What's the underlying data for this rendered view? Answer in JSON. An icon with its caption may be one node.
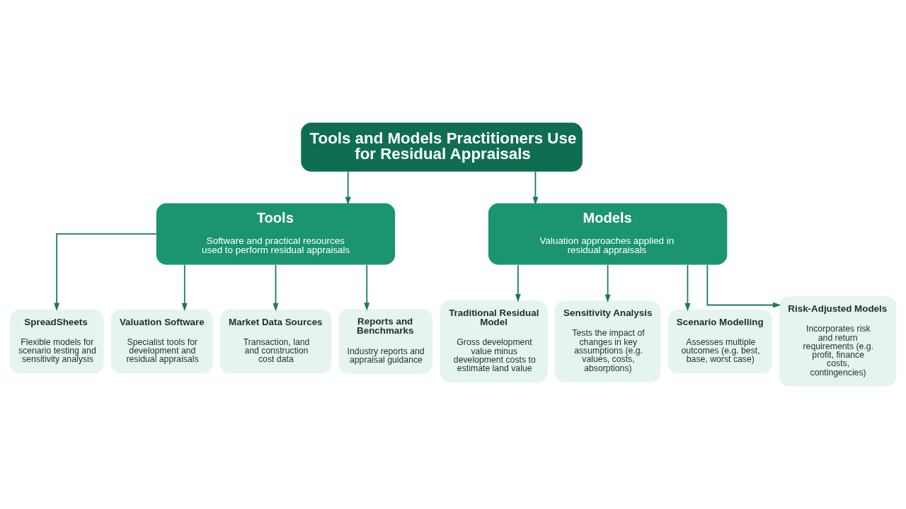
{
  "diagram": {
    "nodes": [
      {
        "text": [
          "Tools and Models Practitioners Use for Residual Appraisals"
        ]
      },
      {
        "text": [
          "Tools",
          "Software and practical resources used to perform residual appraisals"
        ]
      },
      {
        "text": [
          "Models",
          "Valuation approaches applied in residual appraisals"
        ]
      },
      {
        "text": [
          "SpreadSheets",
          "Flexible models for scenario testing and sensitivity analysis"
        ]
      },
      {
        "text": [
          "Valuation Software",
          "Specialist tools for development and residual appraisals"
        ]
      },
      {
        "text": [
          "Market Data Sources",
          "Transaction, land and construction cost data"
        ]
      },
      {
        "text": [
          "Reports and Benchmarks",
          "Industry reports and appraisal guidance"
        ]
      },
      {
        "text": [
          "Traditional Residual Model",
          "Gross development value minus development costs to estimate land value"
        ]
      },
      {
        "text": [
          "Sensitivity Analysis",
          "Tests the impact of changes in key assumptions (e.g. values, costs, absorptions)"
        ]
      },
      {
        "text": [
          "Scenario Modelling",
          "Assesses multiple outcomes (e.g. best, base, worst case)"
        ]
      },
      {
        "text": [
          "Risk-Adjusted Models",
          "Incorporates risk and return requirements (e.g. profit, finance costs, contingencies)"
        ]
      }
    ],
    "edges": [
      {
        "from": 0,
        "to": 1,
        "arrow": "to"
      },
      {
        "from": 0,
        "to": 2,
        "arrow": "to"
      },
      {
        "from": 1,
        "to": 3,
        "arrow": "to"
      },
      {
        "from": 1,
        "to": 4,
        "arrow": "to"
      },
      {
        "from": 1,
        "to": 5,
        "arrow": "to"
      },
      {
        "from": 1,
        "to": 6,
        "arrow": "to"
      },
      {
        "from": 2,
        "to": 7,
        "arrow": "to"
      },
      {
        "from": 2,
        "to": 8,
        "arrow": "to"
      },
      {
        "from": 2,
        "to": 9,
        "arrow": "to"
      },
      {
        "from": 2,
        "to": 10,
        "arrow": "to"
      }
    ]
  }
}
